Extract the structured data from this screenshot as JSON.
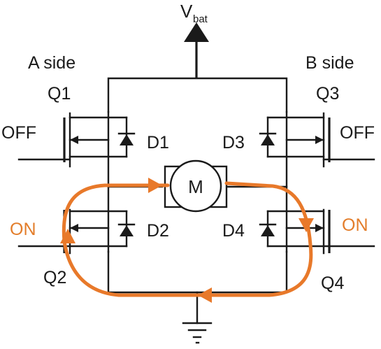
{
  "supply": {
    "label": "V",
    "subscript": "bat"
  },
  "sides": {
    "a": "A side",
    "b": "B side"
  },
  "transistors": {
    "q1": {
      "name": "Q1",
      "state": "OFF"
    },
    "q2": {
      "name": "Q2",
      "state": "ON"
    },
    "q3": {
      "name": "Q3",
      "state": "OFF"
    },
    "q4": {
      "name": "Q4",
      "state": "ON"
    }
  },
  "diodes": {
    "d1": "D1",
    "d2": "D2",
    "d3": "D3",
    "d4": "D4"
  },
  "motor": {
    "label": "M"
  },
  "colors": {
    "line": "#1a1a1a",
    "current_flow": "#e8792a",
    "on_label": "#e37d2a"
  }
}
